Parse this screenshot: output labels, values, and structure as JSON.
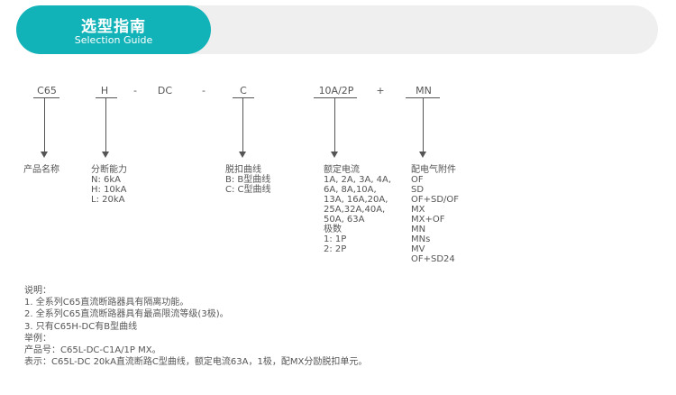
{
  "header": {
    "title": "选型指南",
    "subtitle": "Selection Guide",
    "accent_color": "#12b3b8"
  },
  "codes": {
    "series": "C65",
    "capacity": "H",
    "sep1": "-",
    "type": "DC",
    "sep2": "-",
    "curve": "C",
    "rating": "10A/2P",
    "plus": "+",
    "accessory": "MN"
  },
  "columns": {
    "series": {
      "lines": [
        "产品名称"
      ]
    },
    "capacity": {
      "lines": [
        "分断能力",
        "N: 6kA",
        "H: 10kA",
        "L: 20kA"
      ]
    },
    "curve": {
      "lines": [
        "脱扣曲线",
        "B: B型曲线",
        "C: C型曲线"
      ]
    },
    "rating": {
      "lines": [
        "额定电流",
        "1A, 2A, 3A, 4A,",
        "6A, 8A,10A,",
        "13A, 16A,20A,",
        "25A,32A,40A,",
        "50A, 63A",
        "极数",
        "1: 1P",
        "2: 2P"
      ]
    },
    "accessory": {
      "lines": [
        "配电气附件",
        "OF",
        "SD",
        "OF+SD/OF",
        "MX",
        "MX+OF",
        "MN",
        "MNs",
        "MV",
        "OF+SD24"
      ]
    }
  },
  "notes": [
    "说明：",
    "1. 全系列C65直流断路器具有隔离功能。",
    "2. 全系列C65直流断路器具有最高限流等级(3极)。",
    "3. 只有C65H-DC有B型曲线",
    "举例：",
    "产品号：C65L-DC-C1A/1P MX。",
    "表示：C65L-DC 20kA直流断路C型曲线，额定电流63A，1极，配MX分励脱扣单元。"
  ]
}
